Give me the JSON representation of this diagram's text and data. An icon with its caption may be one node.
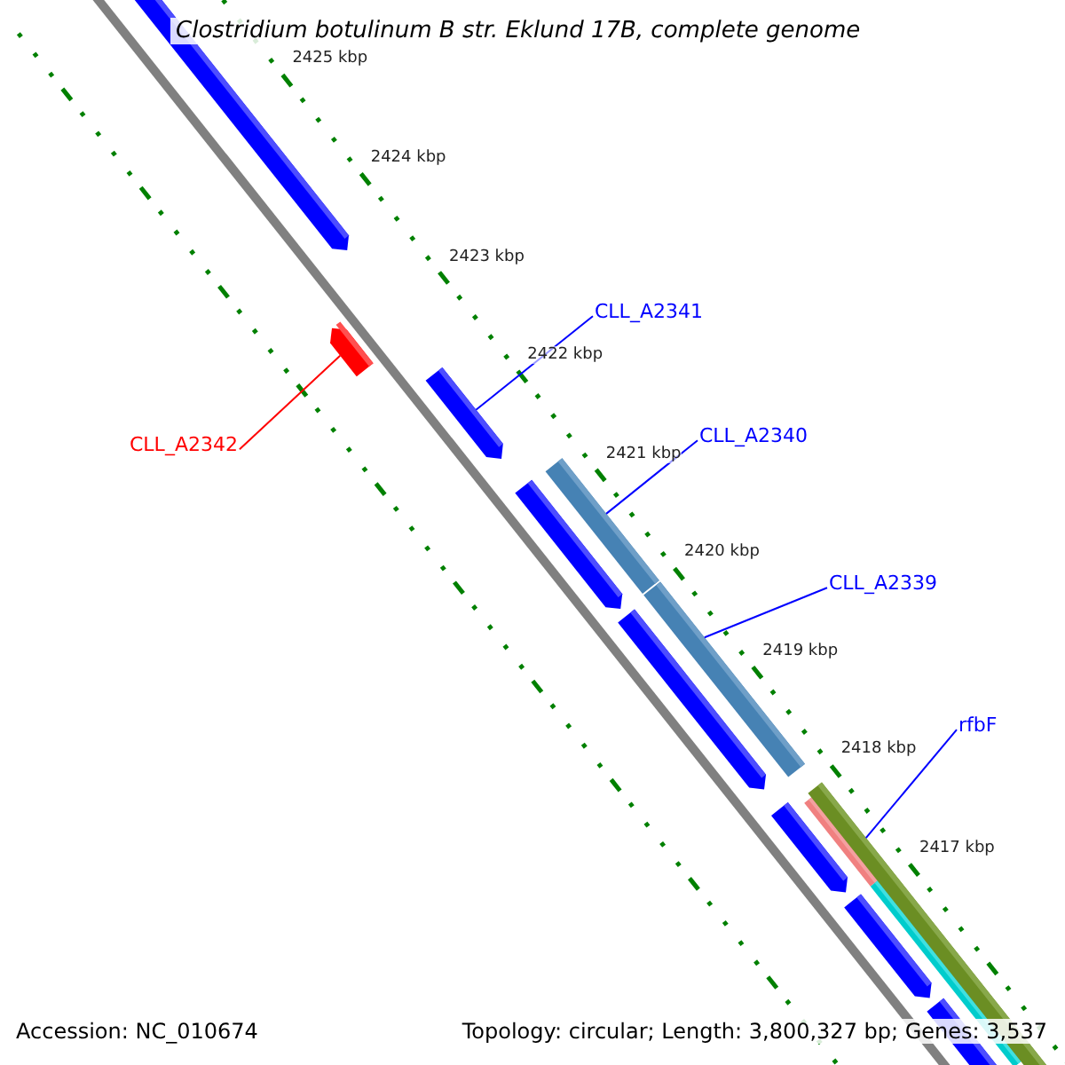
{
  "diagram": {
    "title": "Clostridium botulinum B str. Eklund 17B, complete genome",
    "nodes": [
      {
        "text": [
          "CLL_A2341"
        ]
      },
      {
        "text": [],
        "shape": "arrow"
      },
      {
        "text": [],
        "shape": "arrow"
      },
      {
        "text": [
          "CLL_A2340"
        ]
      },
      {
        "text": [
          "CLL_A2342"
        ]
      },
      {
        "text": [],
        "shape": "bar"
      },
      {
        "text": [
          "CLL_A2339"
        ]
      },
      {
        "text": [],
        "shape": "bar"
      },
      {
        "text": [
          "rfbF"
        ]
      },
      {
        "text": [],
        "shape": "bar"
      }
    ],
    "edges": [
      {
        "from": 0,
        "to": 2,
        "arrow": "none"
      },
      {
        "from": 4,
        "to": 1,
        "arrow": "none",
        "color": "#ff0000"
      },
      {
        "from": 3,
        "to": 5,
        "arrow": "none"
      },
      {
        "from": 6,
        "to": 7,
        "arrow": "none"
      },
      {
        "from": 8,
        "to": 9,
        "arrow": "none"
      }
    ],
    "labels": [
      "2425 kbp",
      "2424 kbp",
      "2423 kbp",
      "2422 kbp",
      "2421 kbp",
      "2420 kbp",
      "2419 kbp",
      "2418 kbp",
      "2417 kbp",
      "Accession: NC_010674",
      "Topology: circular; Length: 3,800,327 bp; Genes: 3,537"
    ]
  }
}
